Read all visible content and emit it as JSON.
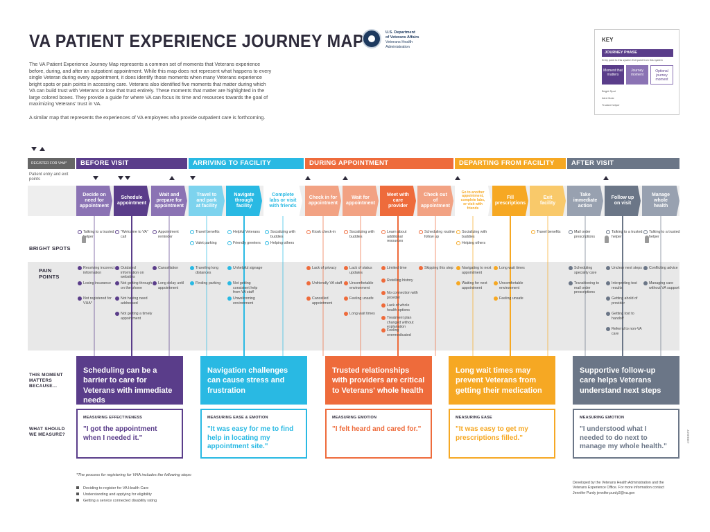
{
  "title": "VA PATIENT EXPERIENCE JOURNEY MAP",
  "intro": "The VA Patient Experience Journey Map represents a common set of moments that Veterans experience before, during, and after an outpatient appointment. While this map does not represent what happens to every single Veteran during every appointment, it does identify those moments when many Veterans experience bright spots or pain points in accessing care. Veterans also identified five moments that matter during which VA can build trust with Veterans or lose that trust entirely. These moments that matter are highlighted in the large colored boxes. They provide a guide for where VA can focus its time and resources towards the goal of maximizing Veterans' trust in VA.",
  "intro2": "A similar map that represents the experiences of VA employees who provide outpatient care is forthcoming.",
  "dept": {
    "line1": "U.S. Department",
    "line2": "of Veterans Affairs",
    "line3": "Veterans Health",
    "line4": "Administration"
  },
  "key": {
    "title": "KEY",
    "phase": "JOURNEY PHASE",
    "legend": "Entry point to this system   Exit point from this system",
    "b1": "Moment that matters",
    "b2": "Journey moment",
    "b3": "Optional journey moment",
    "bright": "Bright Spot",
    "alert": "Alert Note",
    "helper": "Trusted helper"
  },
  "register": "REGISTER FOR VHA*",
  "phases": [
    "BEFORE VISIT",
    "ARRIVING TO FACILITY",
    "DURING APPOINTMENT",
    "DEPARTING FROM FACILITY",
    "AFTER VISIT"
  ],
  "colors": {
    "purple": "#5a3d8a",
    "lightpurple": "#8b73b4",
    "cyan": "#29b9e3",
    "lightcyan": "#7dd3ee",
    "orange": "#ee6b3b",
    "lightorange": "#f2a283",
    "gold": "#f6a823",
    "lightgold": "#f9c96a",
    "slate": "#6b7687",
    "lightslate": "#98a1b0"
  },
  "row_labels": {
    "entry": "Patient entry and exit points",
    "bright": "BRIGHT SPOTS",
    "pain": "PAIN POINTS",
    "matters": "THIS MOMENT MATTERS BECAUSE...",
    "measure": "WHAT SHOULD WE MEASURE?"
  },
  "stages": [
    "Decide on need for appointment",
    "Schedule appointment",
    "Wait and prepare for appointment",
    "Travel to and park at facility",
    "Navigate through facility",
    "Complete labs or visit with friends",
    "Check in for appointment",
    "Wait for appointment",
    "Meet with care provider",
    "Check out of appointment",
    "Go to another appointment, complete labs, or visit with friends",
    "Fill prescriptions",
    "Exit facility",
    "Take immediate action",
    "Follow up on visit",
    "Manage whole health"
  ],
  "bright": [
    [
      "Talking to a trusted helper"
    ],
    [
      "\"Welcome to VA\" call"
    ],
    [
      "Appointment reminder"
    ],
    [
      "Travel benefits",
      "Valet parking"
    ],
    [
      "Helpful Veterans",
      "Friendly greeters"
    ],
    [
      "Socializing with buddies",
      "Helping others"
    ],
    [
      "Kiosk check-in"
    ],
    [
      "Socializing with buddies"
    ],
    [
      "Learn about additional resources"
    ],
    [
      "Scheduling routine follow up"
    ],
    [
      "Socializing with buddies",
      "Helping others"
    ],
    [],
    [
      "Travel benefits"
    ],
    [
      "Mail order prescriptions"
    ],
    [
      "Talking to a trusted helper"
    ],
    [
      "Talking to a trusted helper"
    ]
  ],
  "pain": [
    [
      "Receiving incorrect information",
      "Losing insurance",
      "Not registered for VHA*"
    ],
    [
      "Outdated information on websites",
      "Not getting through on the phone",
      "Not having need addressed",
      "Not getting a timely appointment"
    ],
    [
      "Cancellation",
      "Long delay until appointment"
    ],
    [
      "Traveling long distances",
      "Finding parking"
    ],
    [
      "Unhelpful signage",
      "Not getting consistent help from VA staff",
      "Unwelcoming environment"
    ],
    [],
    [
      "Lack of privacy",
      "Unfriendly VA staff",
      "Cancelled appointment"
    ],
    [
      "Lack of status updates",
      "Uncomfortable environment",
      "Feeling unsafe",
      "Long wait times"
    ],
    [
      "Limited time",
      "Retelling history",
      "No connection with provider",
      "Lack of whole health options",
      "Treatment plan changed without explanation",
      "Feeling overmedicated"
    ],
    [
      "Skipping this step"
    ],
    [
      "Navigating to next appointment",
      "Waiting for next appointment"
    ],
    [
      "Long wait times",
      "Uncomfortable environment",
      "Feeling unsafe"
    ],
    [],
    [
      "Scheduling specialty care",
      "Transitioning to mail order prescriptions"
    ],
    [
      "Unclear next steps",
      "Interpreting test results",
      "Getting ahold of provider",
      "Getting lost to handoff",
      "Referral to non-VA care"
    ],
    [
      "Conflicting advice",
      "Managing care without VA support"
    ]
  ],
  "matters": [
    "Scheduling can be a barrier to care for Veterans with immediate needs",
    "Navigation challenges can cause stress and frustration",
    "Trusted relationships with providers are critical to Veterans' whole health",
    "Long wait times may prevent Veterans from getting their medication",
    "Supportive follow-up care helps Veterans understand next steps"
  ],
  "measures": [
    {
      "head": "MEASURING EFFECTIVENESS",
      "quote": "\"I got the appointment when I needed it.\""
    },
    {
      "head": "MEASURING EASE & EMOTION",
      "quote": "\"It was easy for me to find help in locating my appointment site.\""
    },
    {
      "head": "MEASURING EMOTION",
      "quote": "\"I felt heard and cared for.\""
    },
    {
      "head": "MEASURING EASE",
      "quote": "\"It was easy to get my prescriptions filled.\""
    },
    {
      "head": "MEASURING EMOTION",
      "quote": "\"I understood what I needed to do next to manage my whole health.\""
    }
  ],
  "footnote": "*The process for registering for VHA includes the following steps:",
  "steps": [
    "Deciding to register for VA Health Care",
    "Understanding and applying for eligibility",
    "Getting a service connected disability rating"
  ],
  "credit": "Developed by the Veterans Health Administration and the Veterans Experience Office. For more information contact Jennifer Purdy jennifer.purdy2@va.gov",
  "code": "c3010527"
}
